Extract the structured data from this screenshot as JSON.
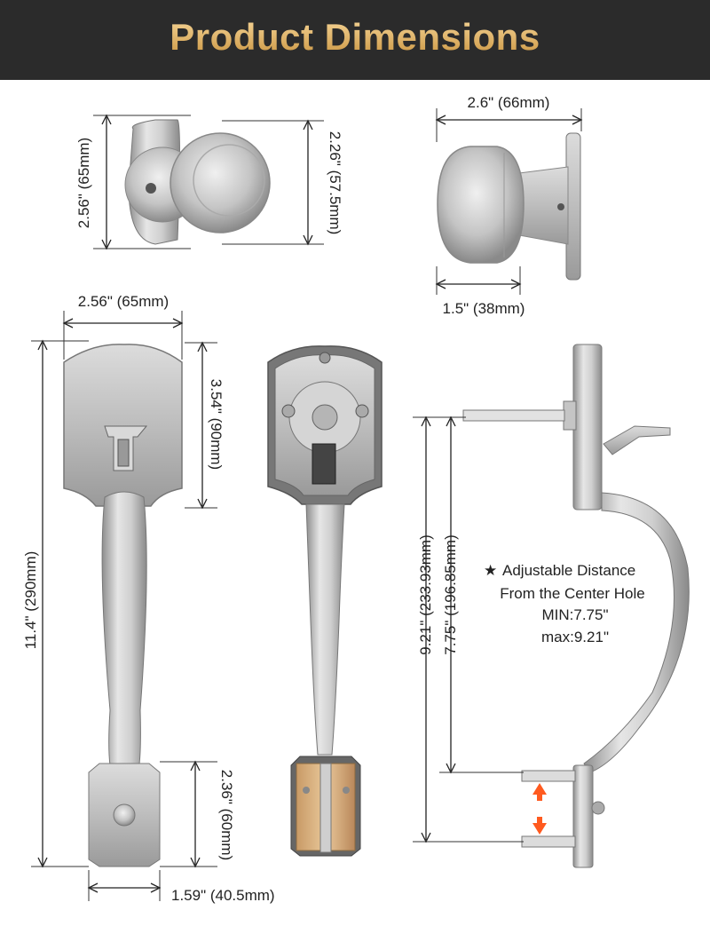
{
  "header": {
    "title": "Product Dimensions"
  },
  "dimensions": {
    "knob_height": "2.56\" (65mm)",
    "knob_diameter": "2.26\" (57.5mm)",
    "knob_projection": "2.6\" (66mm)",
    "knob_depth": "1.5\" (38mm)",
    "plate_width": "2.56\" (65mm)",
    "plate_height": "3.54\" (90mm)",
    "overall_height": "11.4\" (290mm)",
    "bottom_plate_height": "2.36\" (60mm)",
    "bottom_plate_width": "1.59\" (40.5mm)",
    "max_distance": "9.21\" (233.93mm)",
    "min_distance": "7.75\" (196.85mm)"
  },
  "note": {
    "star": "★",
    "line1": "Adjustable Distance",
    "line2": "From the Center Hole",
    "line3": "MIN:7.75\"",
    "line4": "max:9.21\""
  },
  "colors": {
    "banner": "#2b2b2b",
    "title_gold": "#e8bd6a",
    "metal": "#c8c8c8",
    "arrow": "#ff5a1f"
  }
}
